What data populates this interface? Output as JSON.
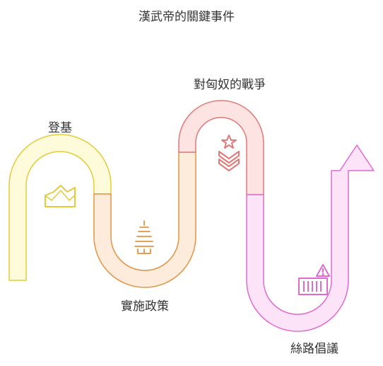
{
  "title": "漢武帝的關鍵事件",
  "stages": [
    {
      "label": "登基",
      "icon": "crown-icon",
      "color": "#e2cc3a",
      "fill": "#fefbdb"
    },
    {
      "label": "實施政策",
      "icon": "pagoda-icon",
      "color": "#e09445",
      "fill": "#fdebdc"
    },
    {
      "label": "對匈奴的戰爭",
      "icon": "military-rank-icon",
      "color": "#e07a78",
      "fill": "#fde3e1"
    },
    {
      "label": "絲路倡議",
      "icon": "cargo-warning-icon",
      "color": "#df6ad0",
      "fill": "#fde3f8"
    }
  ]
}
